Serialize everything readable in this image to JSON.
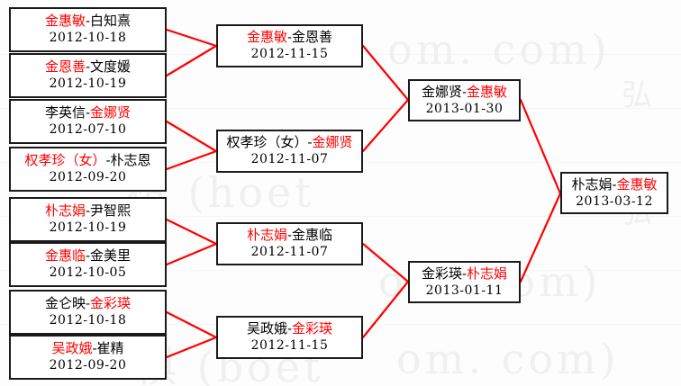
{
  "accent_color": "#ff0000",
  "box_border_color": "#1a1a1a",
  "background_color": "#fdfdfd",
  "watermark": {
    "lines": [
      "om. com)",
      "棋 (hoet",
      "弘",
      "om. com)",
      "棋 (boet",
      "弘",
      "om. com)"
    ]
  },
  "bracket": {
    "rounds": [
      {
        "name": "round-1",
        "matches": [
          {
            "player_left": "金惠敏",
            "player_left_color": "red",
            "player_right": "白知熹",
            "player_right_color": "black",
            "date": "2012-10-18"
          },
          {
            "player_left": "金恩善",
            "player_left_color": "red",
            "player_right": "文度媛",
            "player_right_color": "black",
            "date": "2012-10-19"
          },
          {
            "player_left": "李英信",
            "player_left_color": "black",
            "player_right": "金娜贤",
            "player_right_color": "red",
            "date": "2012-07-10"
          },
          {
            "player_left": "权孝珍（女）",
            "player_left_color": "red",
            "player_right": "朴志恩",
            "player_right_color": "black",
            "date": "2012-09-20"
          },
          {
            "player_left": "朴志娟",
            "player_left_color": "red",
            "player_right": "尹智熙",
            "player_right_color": "black",
            "date": "2012-10-19"
          },
          {
            "player_left": "金惠临",
            "player_left_color": "red",
            "player_right": "金美里",
            "player_right_color": "black",
            "date": "2012-10-05"
          },
          {
            "player_left": "金仑映",
            "player_left_color": "black",
            "player_right": "金彩瑛",
            "player_right_color": "red",
            "date": "2012-10-18"
          },
          {
            "player_left": "吴政娥",
            "player_left_color": "red",
            "player_right": "崔精",
            "player_right_color": "black",
            "date": "2012-09-20"
          }
        ]
      },
      {
        "name": "round-2",
        "matches": [
          {
            "player_left": "金惠敏",
            "player_left_color": "red",
            "player_right": "金恩善",
            "player_right_color": "black",
            "date": "2012-11-15"
          },
          {
            "player_left": "权孝珍（女）",
            "player_left_color": "black",
            "player_right": "金娜贤",
            "player_right_color": "red",
            "date": "2012-11-07"
          },
          {
            "player_left": "朴志娟",
            "player_left_color": "red",
            "player_right": "金惠临",
            "player_right_color": "black",
            "date": "2012-11-07"
          },
          {
            "player_left": "吴政娥",
            "player_left_color": "black",
            "player_right": "金彩瑛",
            "player_right_color": "red",
            "date": "2012-11-15"
          }
        ]
      },
      {
        "name": "semifinal",
        "matches": [
          {
            "player_left": "金娜贤",
            "player_left_color": "black",
            "player_right": "金惠敏",
            "player_right_color": "red",
            "date": "2013-01-30"
          },
          {
            "player_left": "金彩瑛",
            "player_left_color": "black",
            "player_right": "朴志娟",
            "player_right_color": "red",
            "date": "2013-01-11"
          }
        ]
      },
      {
        "name": "final",
        "matches": [
          {
            "player_left": "朴志娟",
            "player_left_color": "black",
            "player_right": "金惠敏",
            "player_right_color": "red",
            "date": "2013-03-12"
          }
        ]
      }
    ]
  }
}
